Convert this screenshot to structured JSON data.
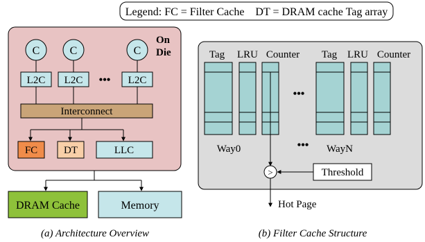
{
  "legend": "Legend: FC = Filter Cache    DT = DRAM cache Tag array",
  "architecture": {
    "core_label": "C",
    "on_die_line1": "On",
    "on_die_line2": "Die",
    "l2c_label": "L2C",
    "l2c_ellipsis": "•••",
    "interconnect": "Interconnect",
    "fc": "FC",
    "dt": "DT",
    "llc": "LLC",
    "dram_cache": "DRAM Cache",
    "memory": "Memory",
    "caption": "(a) Architecture Overview"
  },
  "filter_cache": {
    "col_tag": "Tag",
    "col_lru": "LRU",
    "col_counter": "Counter",
    "ellipsis": "•••",
    "way0": "Way0",
    "wayn": "WayN",
    "comparator": ">",
    "threshold": "Threshold",
    "hot_page": "Hot Page",
    "caption": "(b) Filter Cache Structure"
  },
  "colors": {
    "die_fill": "#e8c3c3",
    "core_fill": "#c5e6ea",
    "interconnect_fill": "#c9a478",
    "fc_fill": "#f08c4a",
    "dt_fill": "#f8cfa8",
    "dram_fill": "#8ec13a",
    "memory_fill": "#c5e6ea",
    "panel_fill": "#dcdcdc",
    "table_fill": "#a5d3d3"
  }
}
